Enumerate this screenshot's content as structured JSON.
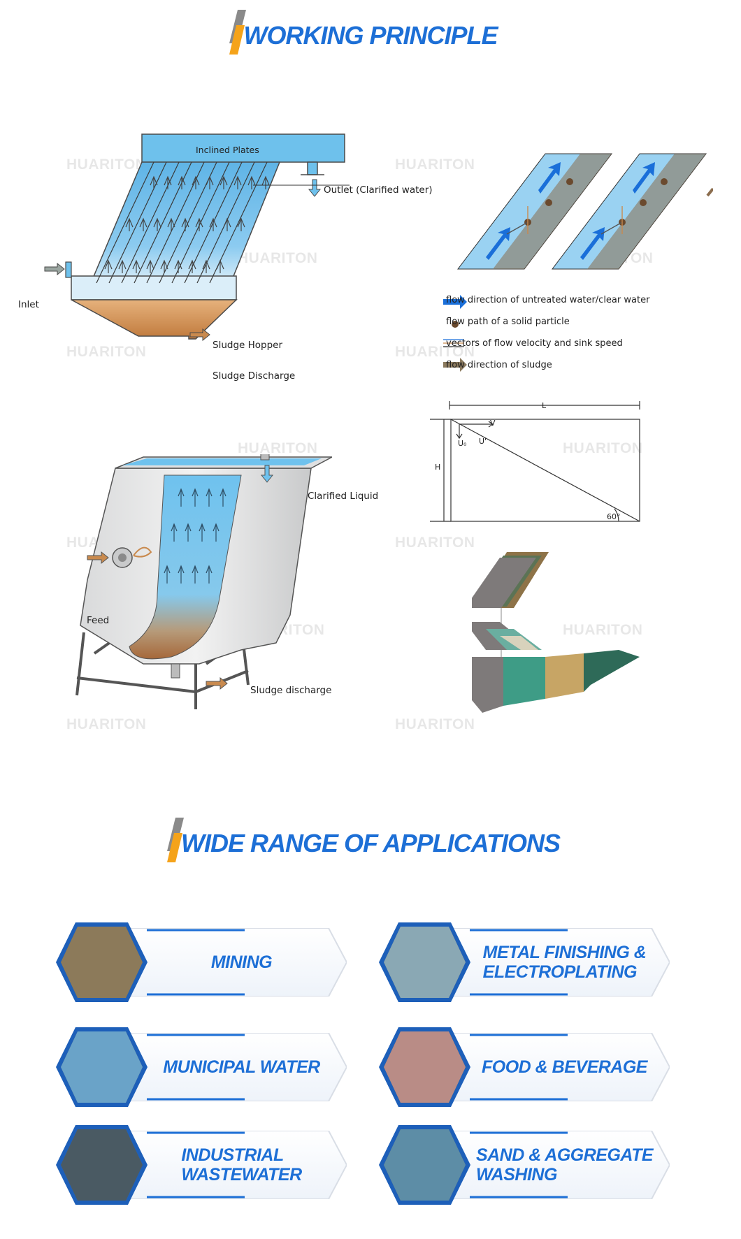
{
  "section1": {
    "title": "WORKING PRINCIPLE"
  },
  "diagram1": {
    "inclined_plates": "Inclined Plates",
    "outlet": "Outlet (Clarified water)",
    "inlet": "Inlet",
    "sludge_hopper": "Sludge Hopper",
    "sludge_discharge": "Sludge Discharge"
  },
  "legend": {
    "items": [
      "flow direction of untreated water/clear water",
      "flow path of a solid particle",
      "vectors of flow velocity and sink speed",
      "flow direction of sludge"
    ]
  },
  "geometry": {
    "L": "L",
    "H": "H",
    "V": "V",
    "U0": "U₀",
    "U1": "U'",
    "angle": "60°"
  },
  "diagram2": {
    "clarified_liquid": "Clarified Liquid",
    "feed": "Feed",
    "sludge_discharge": "Sludge discharge"
  },
  "watermark": "HUARITON",
  "section2": {
    "title": "WIDE RANGE OF APPLICATIONS"
  },
  "applications": [
    {
      "line1": "MINING",
      "line2": "",
      "icon": "mining-photo"
    },
    {
      "line1": "METAL FINISHING &",
      "line2": "ELECTROPLATING",
      "icon": "metal-finishing-photo"
    },
    {
      "line1": "MUNICIPAL WATER",
      "line2": "",
      "icon": "municipal-water-photo"
    },
    {
      "line1": "FOOD & BEVERAGE",
      "line2": "",
      "icon": "food-beverage-photo"
    },
    {
      "line1": "INDUSTRIAL",
      "line2": "WASTEWATER",
      "icon": "industrial-wastewater-photo"
    },
    {
      "line1": "SAND & AGGREGATE",
      "line2": "WASHING",
      "icon": "sand-aggregate-photo"
    }
  ],
  "colors": {
    "accent": "#1d6fd6",
    "deco_orange": "#f5a31a",
    "water": "#5fb6e8",
    "sludge": "#c98a4e"
  }
}
